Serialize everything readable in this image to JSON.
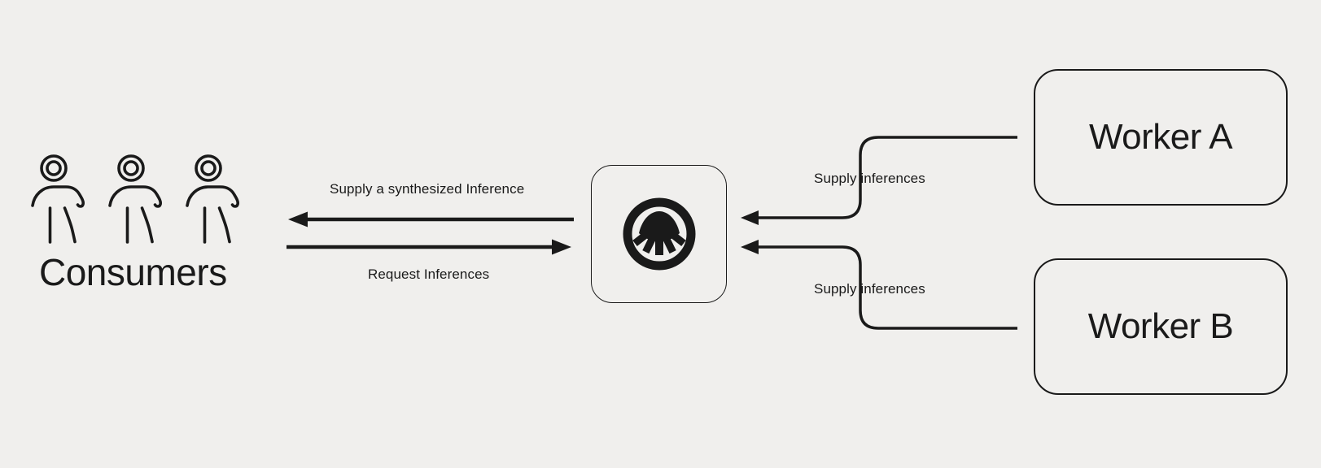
{
  "canvas": {
    "background_color": "#f0efed",
    "ink_color": "#1a1a1a"
  },
  "consumers": {
    "label": "Consumers"
  },
  "flows": {
    "to_consumers_label": "Supply a synthesized Inference",
    "from_consumers_label": "Request Inferences",
    "from_worker_a_label": "Supply inferences",
    "from_worker_b_label": "Supply inferences"
  },
  "hub": {
    "icon": "fan-circle-logo"
  },
  "workers": [
    {
      "label": "Worker A"
    },
    {
      "label": "Worker B"
    }
  ]
}
